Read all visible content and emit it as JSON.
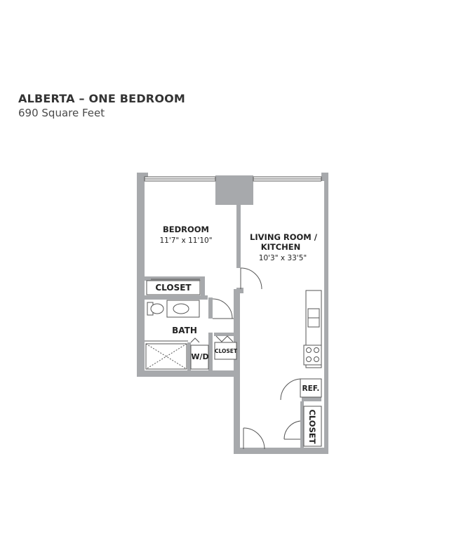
{
  "header": {
    "title": "ALBERTA – ONE BEDROOM",
    "subtitle": "690 Square Feet"
  },
  "rooms": {
    "bedroom": {
      "name": "BEDROOM",
      "size": "11'7\" x 11'10\""
    },
    "living": {
      "name_line1": "LIVING ROOM /",
      "name_line2": "KITCHEN",
      "size": "10'3\" x 33'5\""
    },
    "bath": {
      "name": "BATH"
    }
  },
  "fixtures": {
    "closet_bedroom": "CLOSET",
    "closet_small": "CLOSET",
    "closet_entry": "CLOSET",
    "washer_dryer": "W/D",
    "refrigerator": "REF."
  },
  "colors": {
    "wall": "#a7a9ac",
    "wall_dark": "#8e9093",
    "fixture_stroke": "#555555",
    "text": "#333333"
  }
}
